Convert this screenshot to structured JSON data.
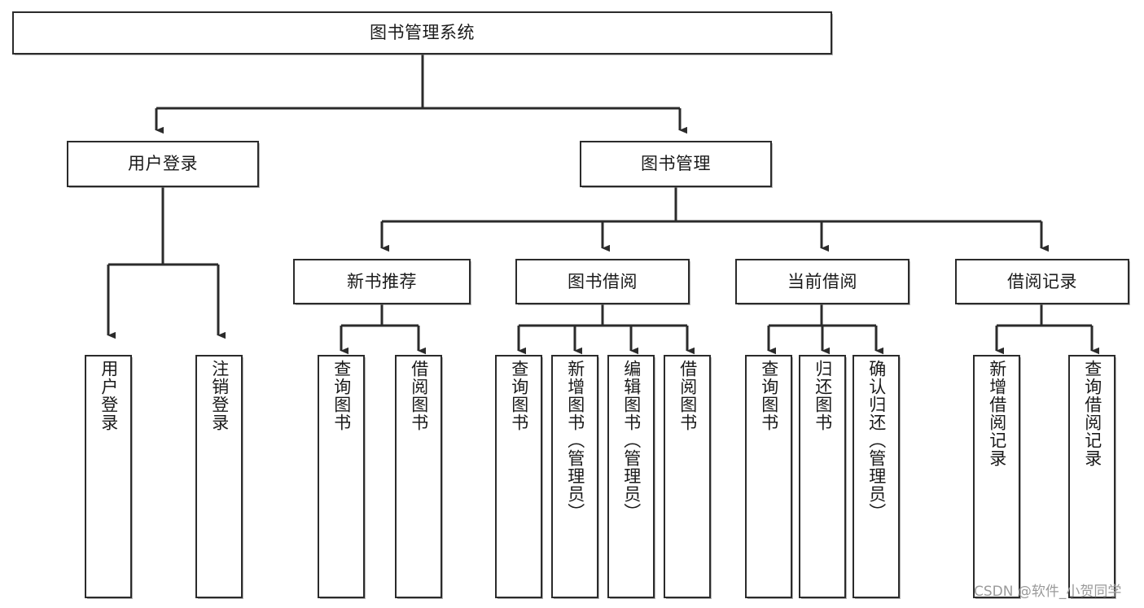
{
  "diagram": {
    "type": "tree-hierarchy-flowchart",
    "title": "图书管理系统",
    "language": "zh-CN",
    "colors": {
      "box_border": "#2b2b2b",
      "box_fill": "#ffffff",
      "connector": "#2b2b2b",
      "text": "#1a1a1a",
      "watermark": "#9a9a9a",
      "background": "#ffffff"
    },
    "root": {
      "id": "root",
      "label": "图书管理系统",
      "orientation": "horizontal"
    },
    "level1": [
      {
        "id": "user-login",
        "label": "用户登录",
        "orientation": "horizontal"
      },
      {
        "id": "book-management",
        "label": "图书管理",
        "orientation": "horizontal"
      }
    ],
    "level2": [
      {
        "id": "new-book-recommend",
        "label": "新书推荐",
        "parent": "book-management",
        "orientation": "horizontal"
      },
      {
        "id": "book-borrow",
        "label": "图书借阅",
        "parent": "book-management",
        "orientation": "horizontal"
      },
      {
        "id": "current-borrow",
        "label": "当前借阅",
        "parent": "book-management",
        "orientation": "horizontal"
      },
      {
        "id": "borrow-record",
        "label": "借阅记录",
        "parent": "book-management",
        "orientation": "horizontal"
      }
    ],
    "leaves": [
      {
        "id": "leaf-user-login",
        "label": "用户登录",
        "parent": "user-login",
        "orientation": "vertical"
      },
      {
        "id": "leaf-logout",
        "label": "注销登录",
        "parent": "user-login",
        "orientation": "vertical"
      },
      {
        "id": "leaf-query-book-1",
        "label": "查询图书",
        "parent": "new-book-recommend",
        "orientation": "vertical"
      },
      {
        "id": "leaf-borrow-book-1",
        "label": "借阅图书",
        "parent": "new-book-recommend",
        "orientation": "vertical"
      },
      {
        "id": "leaf-query-book-2",
        "label": "查询图书",
        "parent": "book-borrow",
        "orientation": "vertical"
      },
      {
        "id": "leaf-add-book",
        "label": "新增图书（管理员）",
        "parent": "book-borrow",
        "orientation": "vertical"
      },
      {
        "id": "leaf-edit-book",
        "label": "编辑图书（管理员）",
        "parent": "book-borrow",
        "orientation": "vertical"
      },
      {
        "id": "leaf-borrow-book-2",
        "label": "借阅图书",
        "parent": "book-borrow",
        "orientation": "vertical"
      },
      {
        "id": "leaf-query-book-3",
        "label": "查询图书",
        "parent": "current-borrow",
        "orientation": "vertical"
      },
      {
        "id": "leaf-return-book",
        "label": "归还图书",
        "parent": "current-borrow",
        "orientation": "vertical"
      },
      {
        "id": "leaf-confirm-return",
        "label": "确认归还（管理员）",
        "parent": "current-borrow",
        "orientation": "vertical"
      },
      {
        "id": "leaf-add-record",
        "label": "新增借阅记录",
        "parent": "borrow-record",
        "orientation": "vertical"
      },
      {
        "id": "leaf-query-record",
        "label": "查询借阅记录",
        "parent": "borrow-record",
        "orientation": "vertical"
      }
    ],
    "watermark": "CSDN @软件_小贺同学"
  }
}
